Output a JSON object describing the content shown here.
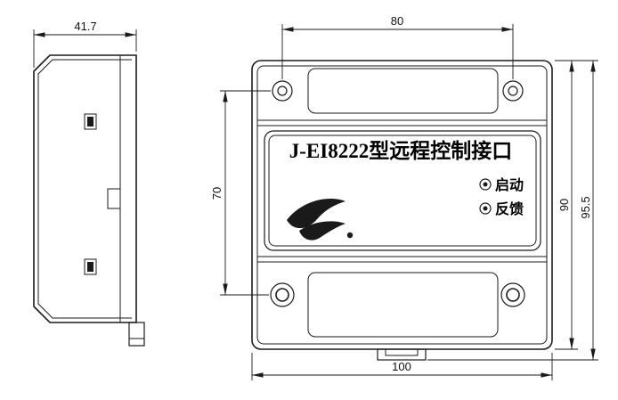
{
  "front_view": {
    "title": "J-EI8222型远程控制接口",
    "indicators": [
      {
        "label": "启动"
      },
      {
        "label": "反馈"
      }
    ]
  },
  "dimensions": {
    "side_depth": "41.7",
    "hole_spacing_horizontal": "80",
    "hole_spacing_vertical": "70",
    "body_height": "90",
    "overall_height": "95.5",
    "body_width": "100"
  },
  "colors": {
    "ink": "#1a1a1a",
    "paper": "#ffffff"
  }
}
